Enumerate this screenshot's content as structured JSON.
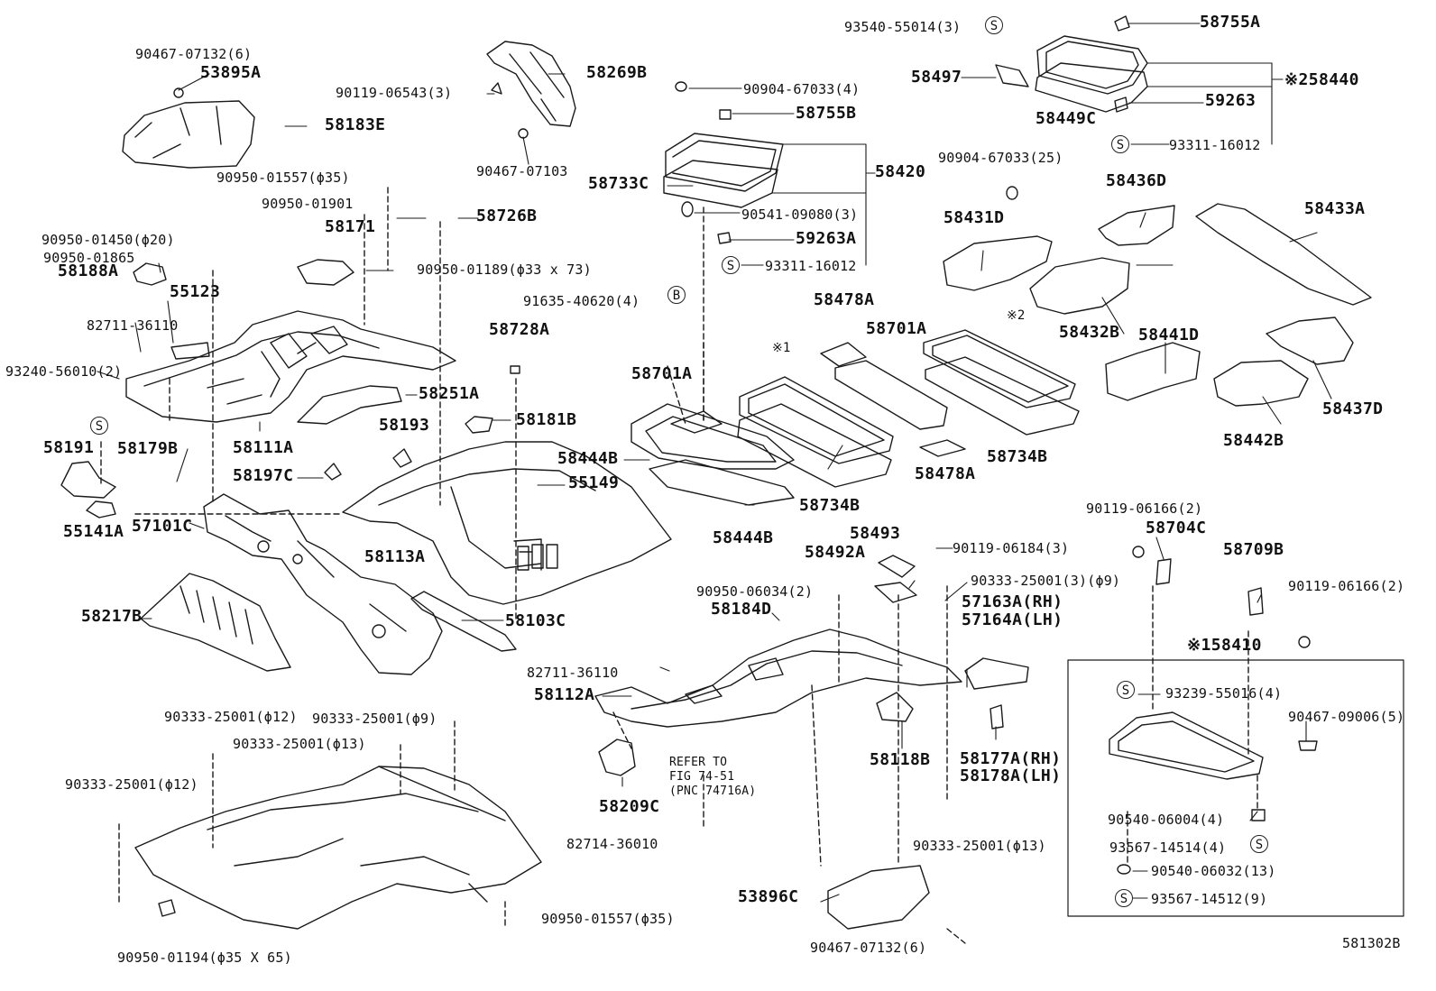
{
  "diagram_id": "581302B",
  "left_groups": {
    "upper_cover": [
      "90467-07132(6)",
      "53895A"
    ],
    "upper_misc": [
      "90119-06543(3)",
      "58269B",
      "90467-07103",
      "58183E",
      "90950-01557(ϕ35)",
      "90950-01901",
      "58726B",
      "58171",
      "90950-01189(ϕ33 x 73)"
    ],
    "upper_left": [
      "90950-01450(ϕ20)",
      "90950-01865",
      "58188A",
      "55123",
      "82711-36110",
      "93240-56010(2)"
    ],
    "mid_left": [
      "58111A",
      "58251A",
      "58193",
      "58181B",
      "58191",
      "58179B",
      "58197C",
      "55141A",
      "57101C",
      "58113A",
      "55149",
      "58728A",
      "91635-40620(4)",
      "58217B",
      "58103C"
    ],
    "lower_left": [
      "90333-25001(ϕ12)",
      "90333-25001(ϕ9)",
      "90333-25001(ϕ13)",
      "90333-25001(ϕ12)",
      "90950-01194(ϕ35 X 65)",
      "90950-01557(ϕ35)"
    ]
  },
  "center_groups": {
    "assembly_58420": [
      "93540-55014(3)",
      "58497",
      "90904-67033(4)",
      "58755B",
      "58733C",
      "90541-09080(3)",
      "59263A",
      "93311-16012",
      "58420"
    ],
    "assembly_58440": [
      "58755A",
      "58449C",
      "59263",
      "93311-16012",
      "※258440"
    ],
    "panels": [
      "58701A",
      "58444B",
      "58444B",
      "58478A",
      "58701A",
      "※1",
      "※2",
      "58734B",
      "58478A",
      "58734B"
    ],
    "lower_center": [
      "58493",
      "58492A",
      "90119-06184(3)",
      "90950-06034(2)",
      "90333-25001(3)(ϕ9)",
      "58184D",
      "57163A(RH)",
      "57164A(LH)",
      "82711-36110",
      "58112A",
      "58209C",
      "58118B",
      "58177A(RH)",
      "58178A(LH)",
      "82714-36010",
      "90333-25001(ϕ13)",
      "53896C",
      "90467-07132(6)"
    ],
    "refer_note": [
      "REFER TO",
      "FIG 74-51",
      "(PNC 74716A)"
    ]
  },
  "right_groups": {
    "insulators": [
      "90904-67033(25)",
      "58431D",
      "58436D",
      "58433A",
      "58432B",
      "58441D",
      "58437D",
      "58442B"
    ],
    "brackets": [
      "90119-06166(2)",
      "58704C",
      "58709B",
      "90119-06166(2)"
    ],
    "inset_58410": [
      "※158410",
      "93239-55016(4)",
      "90467-09006(5)",
      "90540-06004(4)",
      "93567-14514(4)",
      "90540-06032(13)",
      "93567-14512(9)"
    ]
  },
  "symbols": {
    "S": "S",
    "B": "B"
  },
  "colors": {
    "ink": "#111111",
    "paper": "#ffffff"
  }
}
